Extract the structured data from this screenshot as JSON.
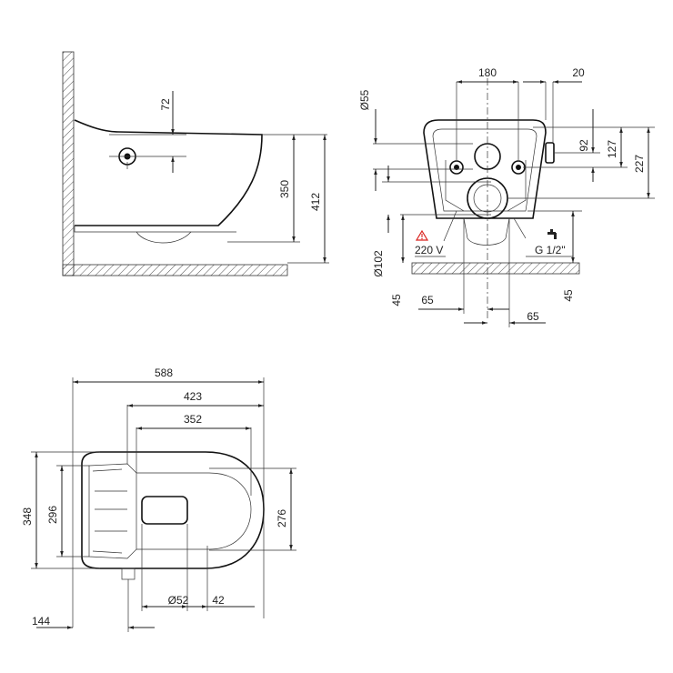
{
  "side_view": {
    "labels": {
      "d72": "72",
      "d350": "350",
      "d412": "412"
    }
  },
  "front_view": {
    "labels": {
      "d180": "180",
      "d20": "20",
      "d55": "Ø55",
      "d92": "92",
      "d127": "127",
      "d227": "227",
      "d102": "Ø102",
      "d45_left": "45",
      "d45_right": "45",
      "d65_left": "65",
      "d65_bottom": "65",
      "power": "220 V",
      "water": "G 1/2\""
    },
    "icons": [
      "warning-icon",
      "tap-icon"
    ]
  },
  "top_view": {
    "labels": {
      "d588": "588",
      "d423": "423",
      "d352": "352",
      "d348": "348",
      "d296": "296",
      "d276": "276",
      "d52": "Ø52",
      "d42": "42",
      "d144": "144"
    }
  },
  "colors": {
    "warning": "#d9231e",
    "line": "#222222"
  }
}
